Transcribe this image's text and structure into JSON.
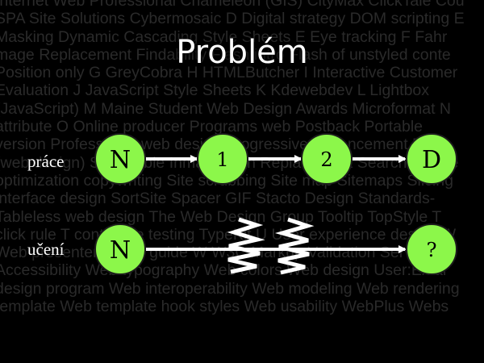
{
  "title": "Problém",
  "background_lines": [
    "Internet Web Professional Chameleon (GIS) CityMax ClickTale Cou",
    "SPA Site Solutions Cybermosaic D Digital strategy DOM scripting E",
    "Masking Dynamic Cascading Style Sheets E Eye tracking F Fahr",
    "mage Replacement Findability Flash intro Flash of unstyled conte",
    "Position only G GreyCobra H HTMLButcher I Interactive Customer",
    "Evaluation J JavaScript Style Sheets K Kdewebdev L Lightbox",
    "(JavaScript) M Maine Student Web Design Awards Microformat N",
    "attribute O Online producer Programs web Postback Portable",
    "version Professional web design Progressive enhancement R Re",
    "(web design) S Scalable Inman Flash Replacement Search engine",
    "optimization copywriting Site scrubbing Site map Sitemaps Slicing",
    "interface design SortSite Spacer GIF Stacto Design Standards-",
    "Tableless web design The Web Design Group Tooltip TopStyle T",
    "click rule T cont. Tree testing TypeKit U User experience design W",
    "Web presenter Visual guide W W3C Markup Validation Service W",
    "Accessibility Web typography Web colors Web design User:Extar",
    "design program Web interoperability Web modeling Web rendering",
    "template Web template hook styles Web usability WebPlus Webs"
  ],
  "rows": {
    "work": {
      "label": "práce",
      "nodes": [
        "N",
        "1",
        "2",
        "D"
      ]
    },
    "learning": {
      "label": "učení",
      "nodes": [
        "N",
        "?"
      ]
    }
  },
  "colors": {
    "node_fill": "#8cf74a",
    "background": "#000000",
    "background_text": "#2a2a2a",
    "arrow": "#ffffff"
  },
  "icons": [
    "right-arrow-icon",
    "zigzag-break-icon"
  ]
}
